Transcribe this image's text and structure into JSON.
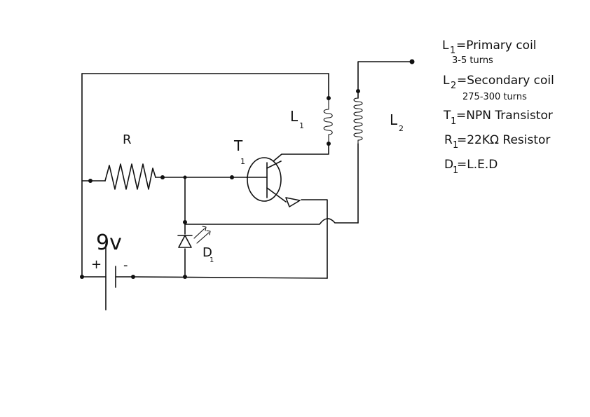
{
  "labels": {
    "resistor": "R",
    "transistor": "T",
    "transistor_sub": "1",
    "primary": "L",
    "primary_sub": "1",
    "secondary": "L",
    "secondary_sub": "2",
    "diode": "D",
    "diode_sub": "1",
    "battery_voltage": "9v",
    "battery_plus": "+",
    "battery_minus": "-"
  },
  "legend": {
    "l1_symbol": "L",
    "l1_sub": "1",
    "l1_text": "=Primary coil",
    "l1_turns": "3-5 turns",
    "l2_symbol": "L",
    "l2_sub": "2",
    "l2_text": "=Secondary coil",
    "l2_turns": "275-300 turns",
    "t1_symbol": "T",
    "t1_sub": "1",
    "t1_text": "=NPN Transistor",
    "r1_symbol": "R",
    "r1_sub": "1",
    "r1_text": "=22KΩ Resistor",
    "d1_symbol": "D",
    "d1_sub": "1",
    "d1_text": "=L.E.D"
  }
}
